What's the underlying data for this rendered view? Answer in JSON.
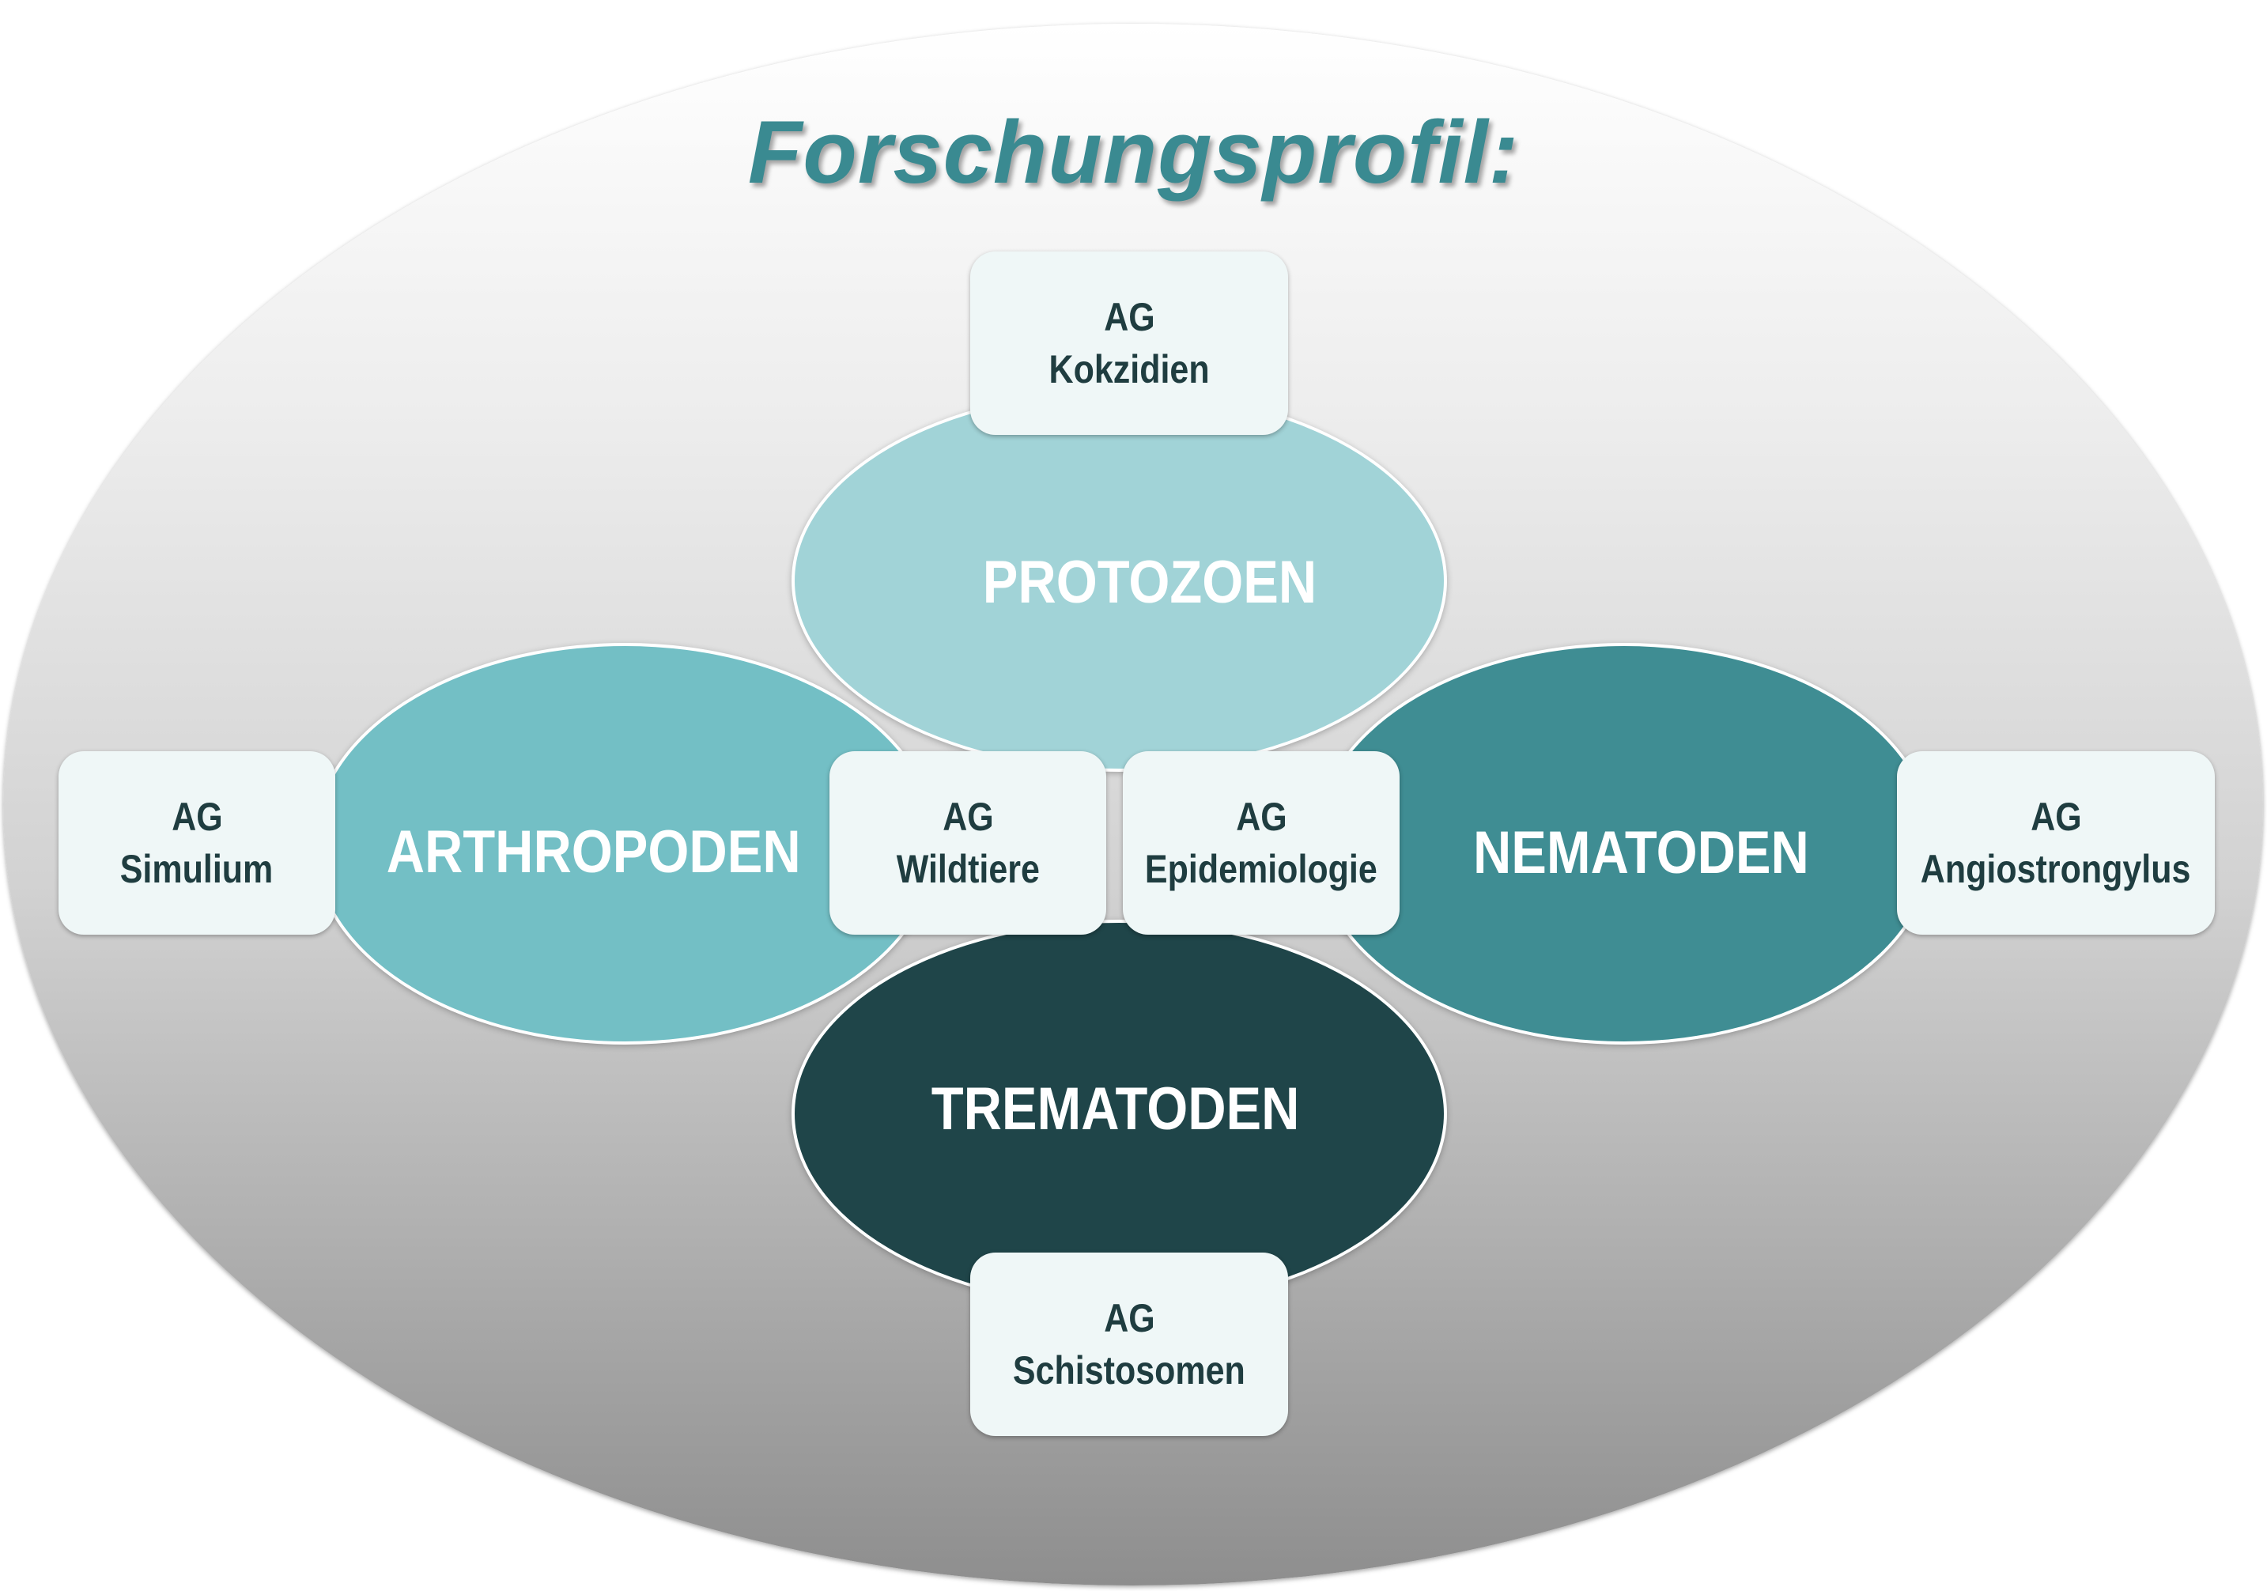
{
  "title": "Forschungsprofil:",
  "colors": {
    "title": "#3a8a91",
    "protozoen": "#a1d3d7",
    "arthropoden": "#73bfc5",
    "nematoden": "#3f8d93",
    "trematoden": "#1f4549",
    "box_fill": "#eff7f7",
    "box_text": "#1f3d40"
  },
  "lobes": {
    "protozoen": "PROTOZOEN",
    "arthropoden": "ARTHROPODEN",
    "nematoden": "NEMATODEN",
    "trematoden": "TREMATODEN"
  },
  "groups": {
    "kokzidien": {
      "line1": "AG",
      "line2": "Kokzidien"
    },
    "simulium": {
      "line1": "AG",
      "line2": "Simulium"
    },
    "wildtiere": {
      "line1": "AG",
      "line2": "Wildtiere"
    },
    "epidemiologie": {
      "line1": "AG",
      "line2": "Epidemiologie"
    },
    "angiostrongylus": {
      "line1": "AG",
      "line2": "Angiostrongylus"
    },
    "schistosomen": {
      "line1": "AG",
      "line2": "Schistosomen"
    }
  }
}
